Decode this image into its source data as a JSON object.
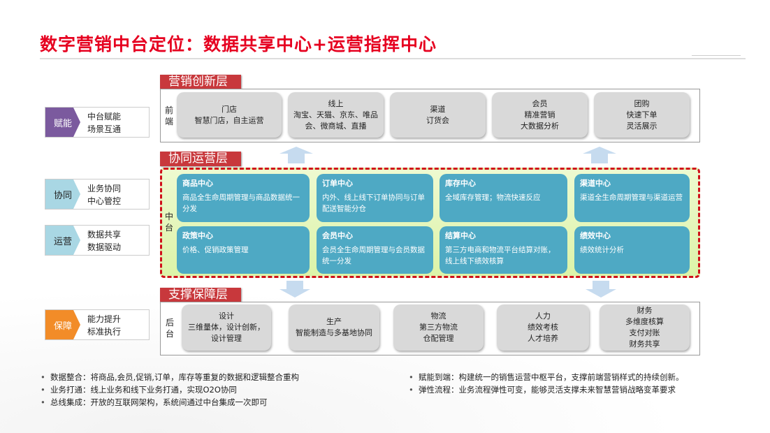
{
  "title": "数字营销中台定位：数据共享中心+运营指挥中心",
  "left_labels": [
    {
      "badge": "赋能",
      "line1": "中台赋能",
      "line2": "场景互通",
      "color": "#7b5a9e"
    },
    {
      "badge": "协同",
      "line1": "业务协同",
      "line2": "中心管控",
      "color": "#a9d7e4"
    },
    {
      "badge": "运营",
      "line1": "数据共享",
      "line2": "数据驱动",
      "color": "#a9d7e4"
    },
    {
      "badge": "保障",
      "line1": "能力提升",
      "line2": "标准执行",
      "color": "#f28c28"
    }
  ],
  "front": {
    "tag": "营销创新层",
    "side": "前端",
    "cards": [
      {
        "lines": [
          "门店",
          "智慧门店，自主运营"
        ]
      },
      {
        "lines": [
          "线上",
          "淘宝、天猫、京东、唯品会、微商城、直播"
        ]
      },
      {
        "lines": [
          "渠道",
          "订货会"
        ]
      },
      {
        "lines": [
          "会员",
          "精准营销",
          "大数据分析"
        ]
      },
      {
        "lines": [
          "团购",
          "快速下单",
          "灵活展示"
        ]
      }
    ]
  },
  "middle": {
    "tag": "协同运营层",
    "side": "中台",
    "cards": [
      {
        "title": "商品中心",
        "desc": "商品全生命周期管理与商品数据统一分发"
      },
      {
        "title": "订单中心",
        "desc": "内外、线上线下订单协同与订单配送智能分仓"
      },
      {
        "title": "库存中心",
        "desc": "全域库存管理；物流快速反应"
      },
      {
        "title": "渠道中心",
        "desc": "渠道全生命周期管理与渠道运营"
      },
      {
        "title": "政策中心",
        "desc": "价格、促销政策管理"
      },
      {
        "title": "会员中心",
        "desc": "会员全生命周期管理与会员数据统一分发"
      },
      {
        "title": "结算中心",
        "desc": "第三方电商和物流平台结算对账，线上线下绩效核算"
      },
      {
        "title": "绩效中心",
        "desc": "绩效统计分析"
      }
    ]
  },
  "back": {
    "tag": "支撑保障层",
    "side": "后台",
    "cards": [
      {
        "lines": [
          "设计",
          "三维量体，设计创新，设计管理"
        ]
      },
      {
        "lines": [
          "生产",
          "智能制造与多基地协同"
        ]
      },
      {
        "lines": [
          "物流",
          "第三方物流",
          "仓配管理"
        ]
      },
      {
        "lines": [
          "人力",
          "绩效考核",
          "人才培养"
        ]
      },
      {
        "lines": [
          "财务",
          "多维度核算",
          "支付对账",
          "财务共享"
        ]
      }
    ]
  },
  "bullets_left": [
    "数据整合：将商品,会员,促销,订单，库存等重复的数据和逻辑整合重构",
    "业务打通：线上业务和线下业务打通，实现O2O协同",
    "总线集成：开放的互联网架构，系统间通过中台集成一次即可"
  ],
  "bullets_right": [
    "赋能到端：构建统一的销售运营中枢平台，支撑前端营销样式的持续创新。",
    "弹性流程：业务流程弹性可变，能够灵活支撑未来智慧营销战略变革要求"
  ],
  "colors": {
    "title": "#e60020",
    "tag": "#c8383c",
    "center": "#4ea9c4",
    "arrow": "#c6dbef"
  }
}
